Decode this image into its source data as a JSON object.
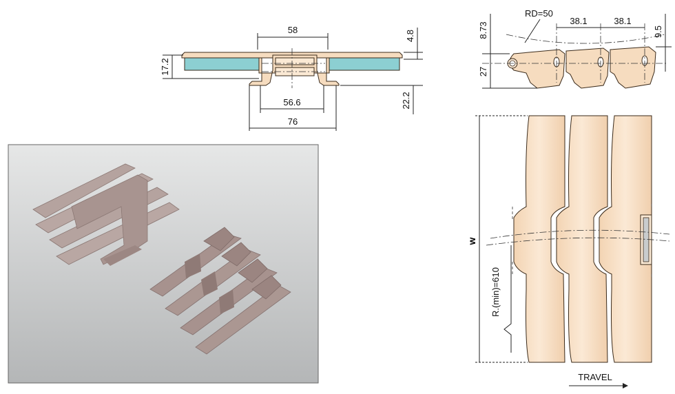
{
  "colors": {
    "link_fill": "#f6dcbf",
    "link_fill_light": "#fbe9d4",
    "insert_fill": "#8ccfd2",
    "photo_bg_top": "#e6e7e7",
    "photo_bg_bottom": "#b6b8b9",
    "product_color": "#a99591"
  },
  "side_view": {
    "width_top": "58",
    "thickness": "17.2",
    "top_offset": "4.8",
    "inner_width": "56.6",
    "outer_width": "76",
    "depth": "22.2"
  },
  "pitch_view": {
    "radius": "RD=50",
    "pitch_1": "38.1",
    "pitch_2": "38.1",
    "top_height": "8.73",
    "hinge_height": "9.5",
    "total_height": "27"
  },
  "plan_view": {
    "width_label": "w",
    "min_radius": "R.(min)=610",
    "travel_label": "TRAVEL"
  },
  "photo": {
    "icon": "product-photo"
  }
}
